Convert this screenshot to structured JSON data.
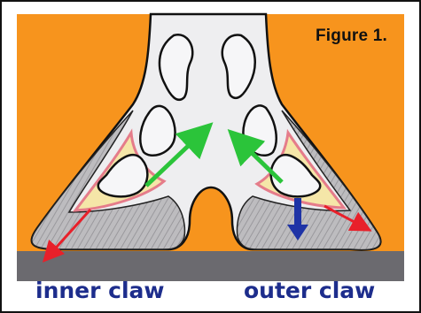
{
  "figure": {
    "label": "Figure 1."
  },
  "labels": {
    "left": "inner claw",
    "right": "outer claw"
  },
  "colors": {
    "background": "#f7941d",
    "ground": "#6b6a6f",
    "text_blue": "#1d2d8c",
    "arrow_green": "#2bc43a",
    "arrow_red": "#e8202a",
    "arrow_blue": "#1e33a6"
  }
}
